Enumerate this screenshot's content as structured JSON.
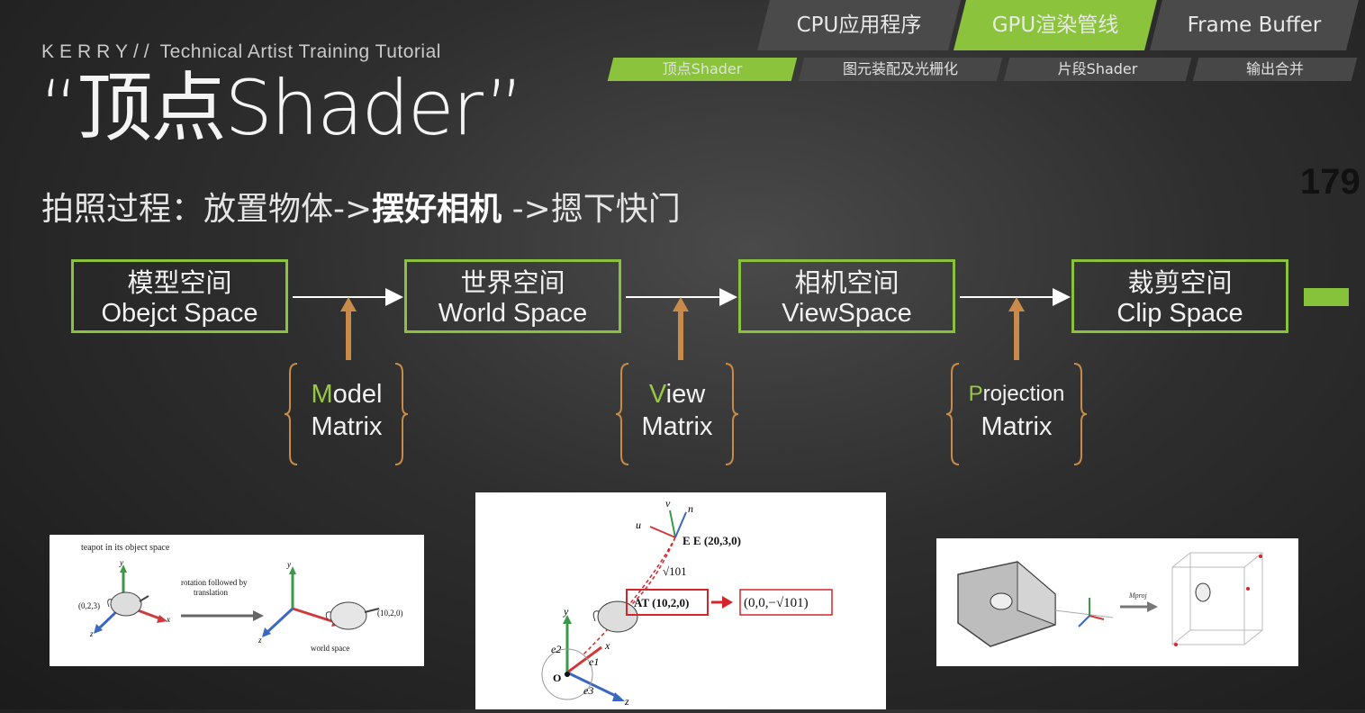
{
  "brand": {
    "name": "KERRY//",
    "tagline": "Technical Artist Training Tutorial"
  },
  "title": "“顶点Shader”",
  "subtitle": {
    "prefix": "拍照过程：放置物体->",
    "bold": "摆好相机",
    "suffix": " ->摁下快门"
  },
  "tabs": [
    "CPU应用程序",
    "GPU渲染管线",
    "Frame Buffer"
  ],
  "subtabs": [
    "顶点Shader",
    "图元装配及光栅化",
    "片段Shader",
    "输出合并"
  ],
  "side_number": "179",
  "spaces": [
    {
      "cn": "模型空间",
      "en": "Obejct Space"
    },
    {
      "cn": "世界空间",
      "en": "World Space"
    },
    {
      "cn": "相机空间",
      "en": "ViewSpace"
    },
    {
      "cn": "裁剪空间",
      "en": "Clip Space"
    }
  ],
  "matrices": [
    {
      "initial": "M",
      "rest": "odel",
      "line2": "Matrix"
    },
    {
      "initial": "V",
      "rest": "iew",
      "line2": "Matrix"
    },
    {
      "initial": "P",
      "rest": "rojection",
      "line2": "Matrix"
    }
  ],
  "figure_left": {
    "caption": "teapot in its object space",
    "coord_a": "(0,2,3)",
    "arrow_line1": "rotation followed by",
    "arrow_line2": "translation",
    "coord_b": "(10,2,0)",
    "world_label": "world space",
    "axes": [
      "y",
      "x",
      "z"
    ]
  },
  "figure_mid": {
    "eye": "E  E (20,3,0)",
    "sqrt_label": "√101",
    "at": "AT (10,2,0)",
    "result": "(0,0,−√101)",
    "axes": {
      "u": "u",
      "v": "v",
      "n": "n",
      "y": "y",
      "x": "x",
      "z": "z",
      "e1": "e1",
      "e2": "e2",
      "e3": "e3",
      "o": "O"
    }
  },
  "figure_right": {
    "mproj": "Mproj"
  },
  "colors": {
    "accent": "#8ac23e",
    "bracket": "#c98b48",
    "arrow": "#c98a4a",
    "red": "#d3262a"
  }
}
